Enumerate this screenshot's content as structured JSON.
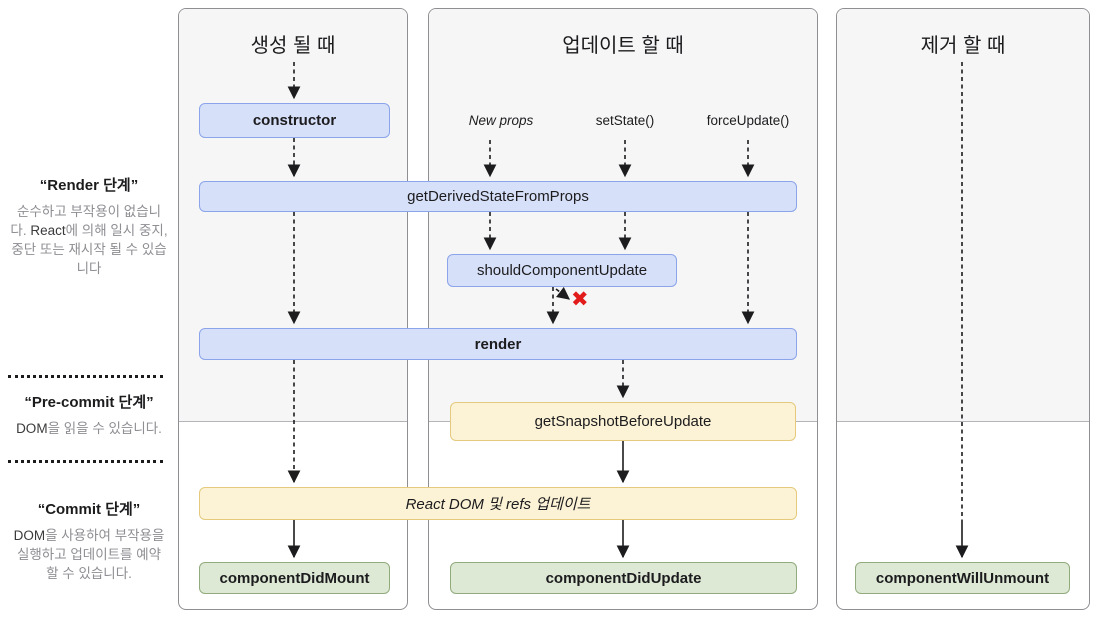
{
  "sidebar": {
    "phases": [
      {
        "title": "“Render 단계”",
        "description_parts": [
          {
            "text": "순수하고 부작용이 없습니다. ",
            "em": false
          },
          {
            "text": "React",
            "em": true
          },
          {
            "text": "에 의해 일시 중지, 중단 또는 재시작 될 수 있습니다",
            "em": false
          }
        ]
      },
      {
        "title": "“Pre-commit 단계”",
        "description_parts": [
          {
            "text": "DOM",
            "em": true
          },
          {
            "text": "을 읽을 수 있습니다.",
            "em": false
          }
        ]
      },
      {
        "title": "“Commit 단계”",
        "description_parts": [
          {
            "text": "DOM",
            "em": true
          },
          {
            "text": "을 사용하여 부작용을 실행하고 업데이트를 예약 할 수 있습니다.",
            "em": false
          }
        ]
      }
    ]
  },
  "columns": [
    {
      "title": "생성 될 때"
    },
    {
      "title": "업데이트 할 때"
    },
    {
      "title": "제거 할 때"
    }
  ],
  "triggers": {
    "new_props": "New props",
    "set_state": "setState()",
    "force_update": "forceUpdate()"
  },
  "boxes": {
    "ctor": "constructor",
    "get_derived_state_from_props": "getDerivedStateFromProps",
    "should_component_update": "shouldComponentUpdate",
    "render": "render",
    "get_snapshot_before_update": "getSnapshotBeforeUpdate",
    "react_dom_refs_update": "React DOM 및 refs 업데이트",
    "component_did_mount": "componentDidMount",
    "component_did_update": "componentDidUpdate",
    "component_will_unmount": "componentWillUnmount"
  },
  "stop_mark": "✖",
  "colors": {
    "render_phase_box_bg": "#d7e0f9",
    "render_phase_box_border": "#8ba4ea",
    "precommit_box_bg": "#fcf2d5",
    "precommit_box_border": "#e5c97d",
    "commit_box_bg": "#dde9d4",
    "commit_box_border": "#92ab7d",
    "panel_top_bg": "#f6f6f7",
    "panel_border": "#8e8e93",
    "muted_text": "#8e8e93",
    "stop_x_red": "#e21b1b"
  }
}
